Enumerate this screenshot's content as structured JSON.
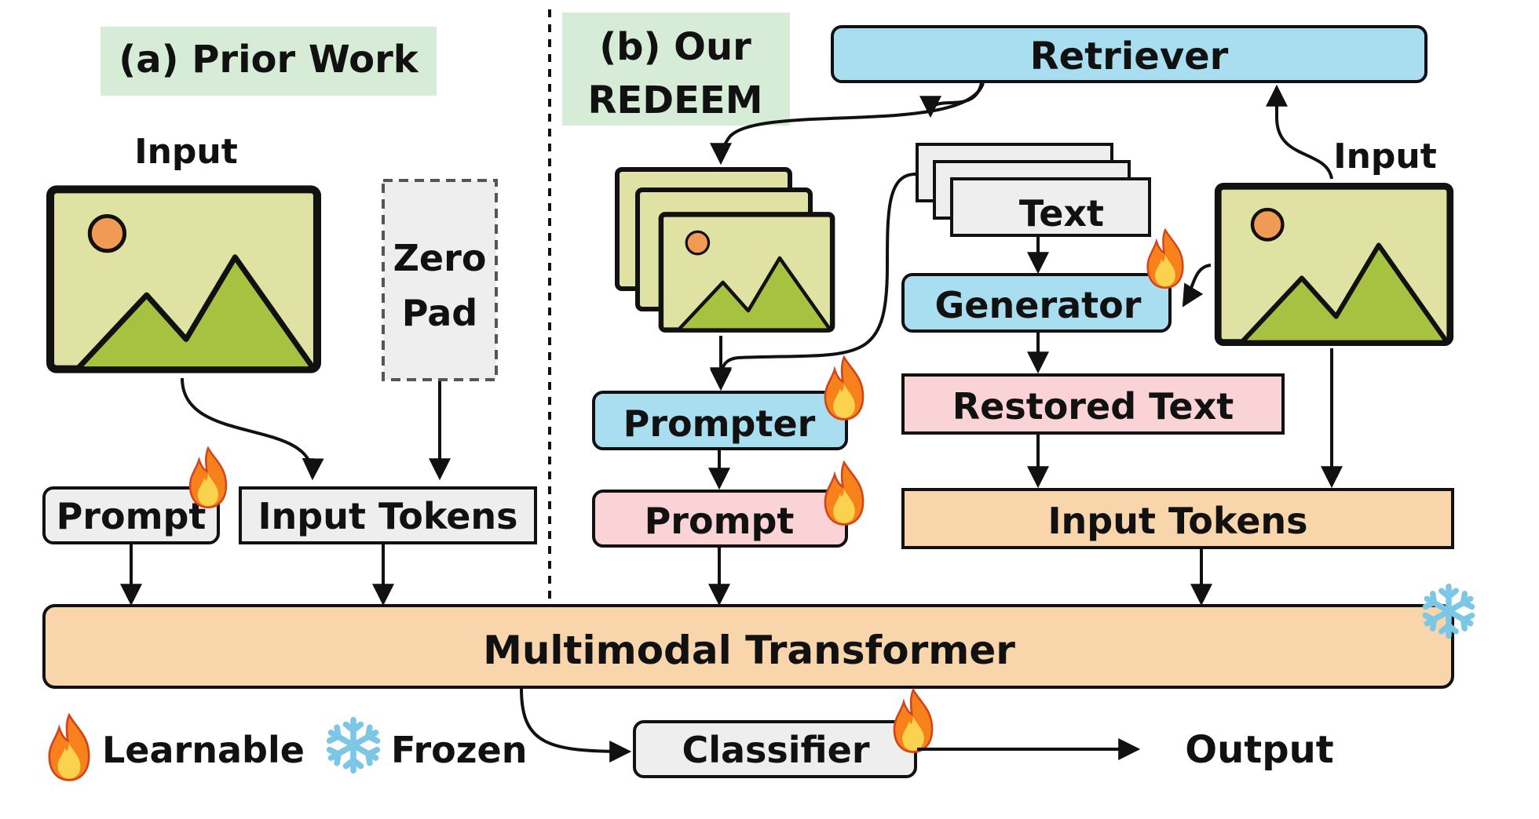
{
  "left": {
    "section_title": "(a) Prior Work",
    "input_label": "Input",
    "zero_pad": [
      "Zero",
      "Pad"
    ],
    "prompt": "Prompt",
    "input_tokens": "Input Tokens"
  },
  "right": {
    "section_title": [
      "(b) Our",
      "REDEEM"
    ],
    "retriever": "Retriever",
    "input_label": "Input",
    "text": "Text",
    "generator": "Generator",
    "restored_text": "Restored Text",
    "prompter": "Prompter",
    "prompt": "Prompt",
    "input_tokens": "Input Tokens"
  },
  "transformer": "Multimodal Transformer",
  "classifier": "Classifier",
  "output": "Output",
  "legend": {
    "learnable": "Learnable",
    "frozen": "Frozen"
  },
  "colors": {
    "section_bg": "#d7ecd7",
    "blue_box": "#a9ddf0",
    "pink_box": "#f9d3d6",
    "orange_box": "#f8d5aa",
    "gray_box": "#eeeeee",
    "image_bg": "#e0e2a4",
    "mountain": "#a7c140",
    "sun": "#f09a55",
    "fire": "#f7821b",
    "snow": "#7cc7e6"
  }
}
